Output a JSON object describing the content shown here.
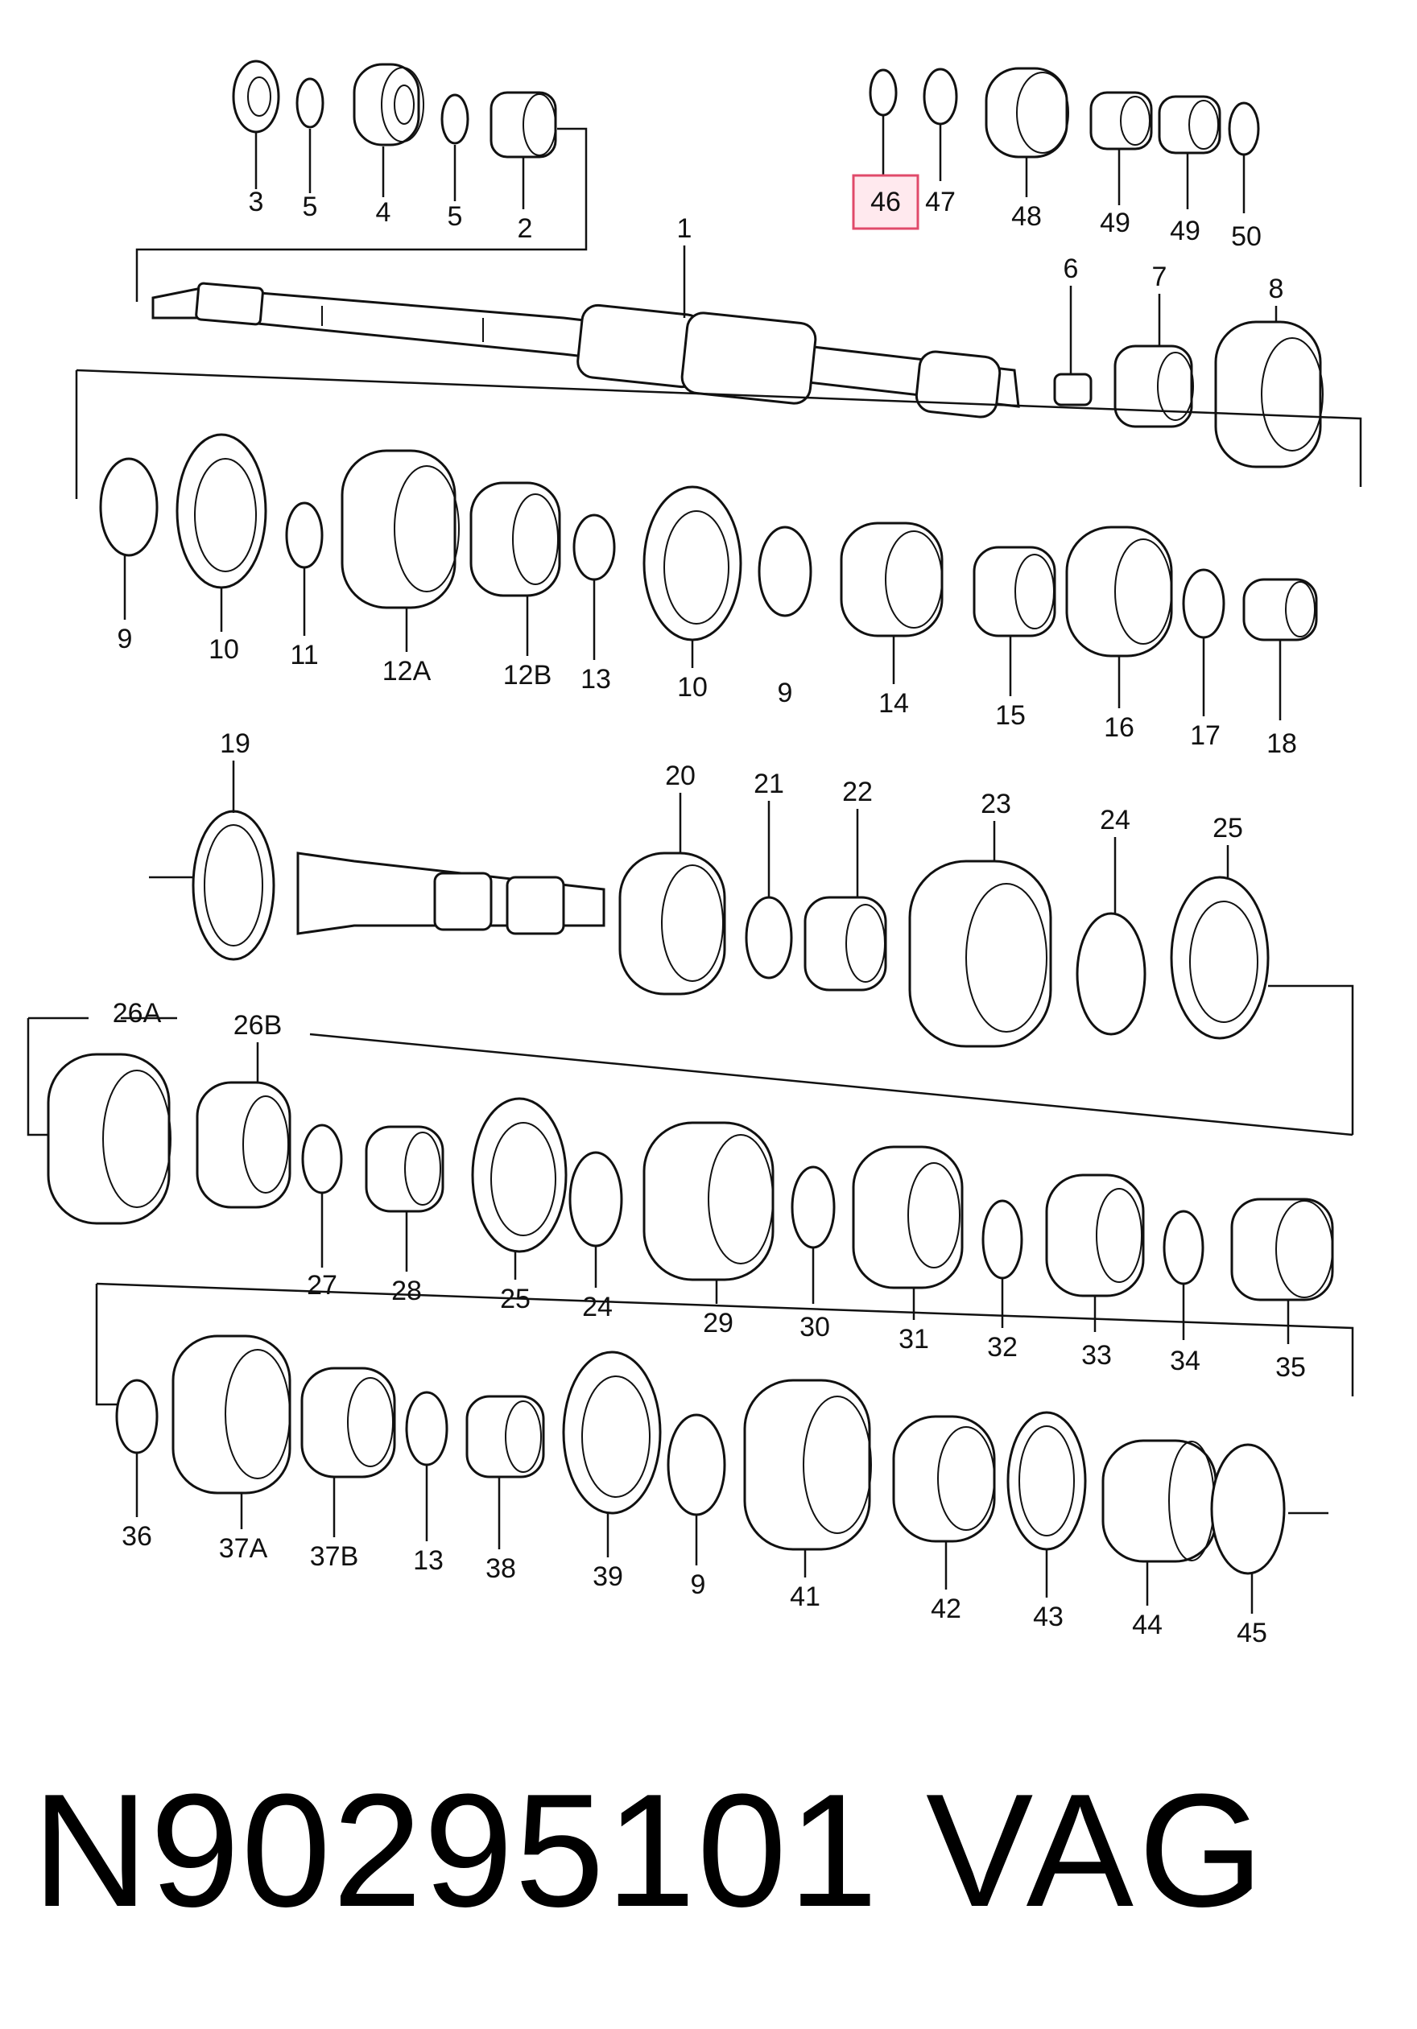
{
  "callouts": {
    "c46": "46",
    "c47": "47",
    "c48": "48",
    "c49a": "49",
    "c49b": "49",
    "c50": "50",
    "c3": "3",
    "c5a": "5",
    "c4": "4",
    "c5b": "5",
    "c2": "2",
    "c1": "1",
    "c6": "6",
    "c7": "7",
    "c8": "8",
    "c9a": "9",
    "c10a": "10",
    "c11": "11",
    "c12a": "12A",
    "c12b": "12B",
    "c13a": "13",
    "c10b": "10",
    "c9b": "9",
    "c14": "14",
    "c15": "15",
    "c16": "16",
    "c17": "17",
    "c18": "18",
    "c19": "19",
    "c20": "20",
    "c21": "21",
    "c22": "22",
    "c23": "23",
    "c24a": "24",
    "c25a": "25",
    "c26a": "26A",
    "c26b": "26B",
    "c27": "27",
    "c28": "28",
    "c25b": "25",
    "c24b": "24",
    "c29": "29",
    "c30": "30",
    "c31": "31",
    "c32": "32",
    "c33": "33",
    "c34": "34",
    "c35": "35",
    "c36": "36",
    "c37a": "37A",
    "c37b": "37B",
    "c13b": "13",
    "c38": "38",
    "c39": "39",
    "c9c": "9",
    "c41": "41",
    "c42": "42",
    "c43": "43",
    "c44": "44",
    "c45": "45"
  },
  "highlighted_callout": "46",
  "footer": {
    "part_number": "N90295101",
    "brand": "VAG"
  },
  "colors": {
    "highlight_border": "#e04a6a",
    "line": "#111111"
  }
}
